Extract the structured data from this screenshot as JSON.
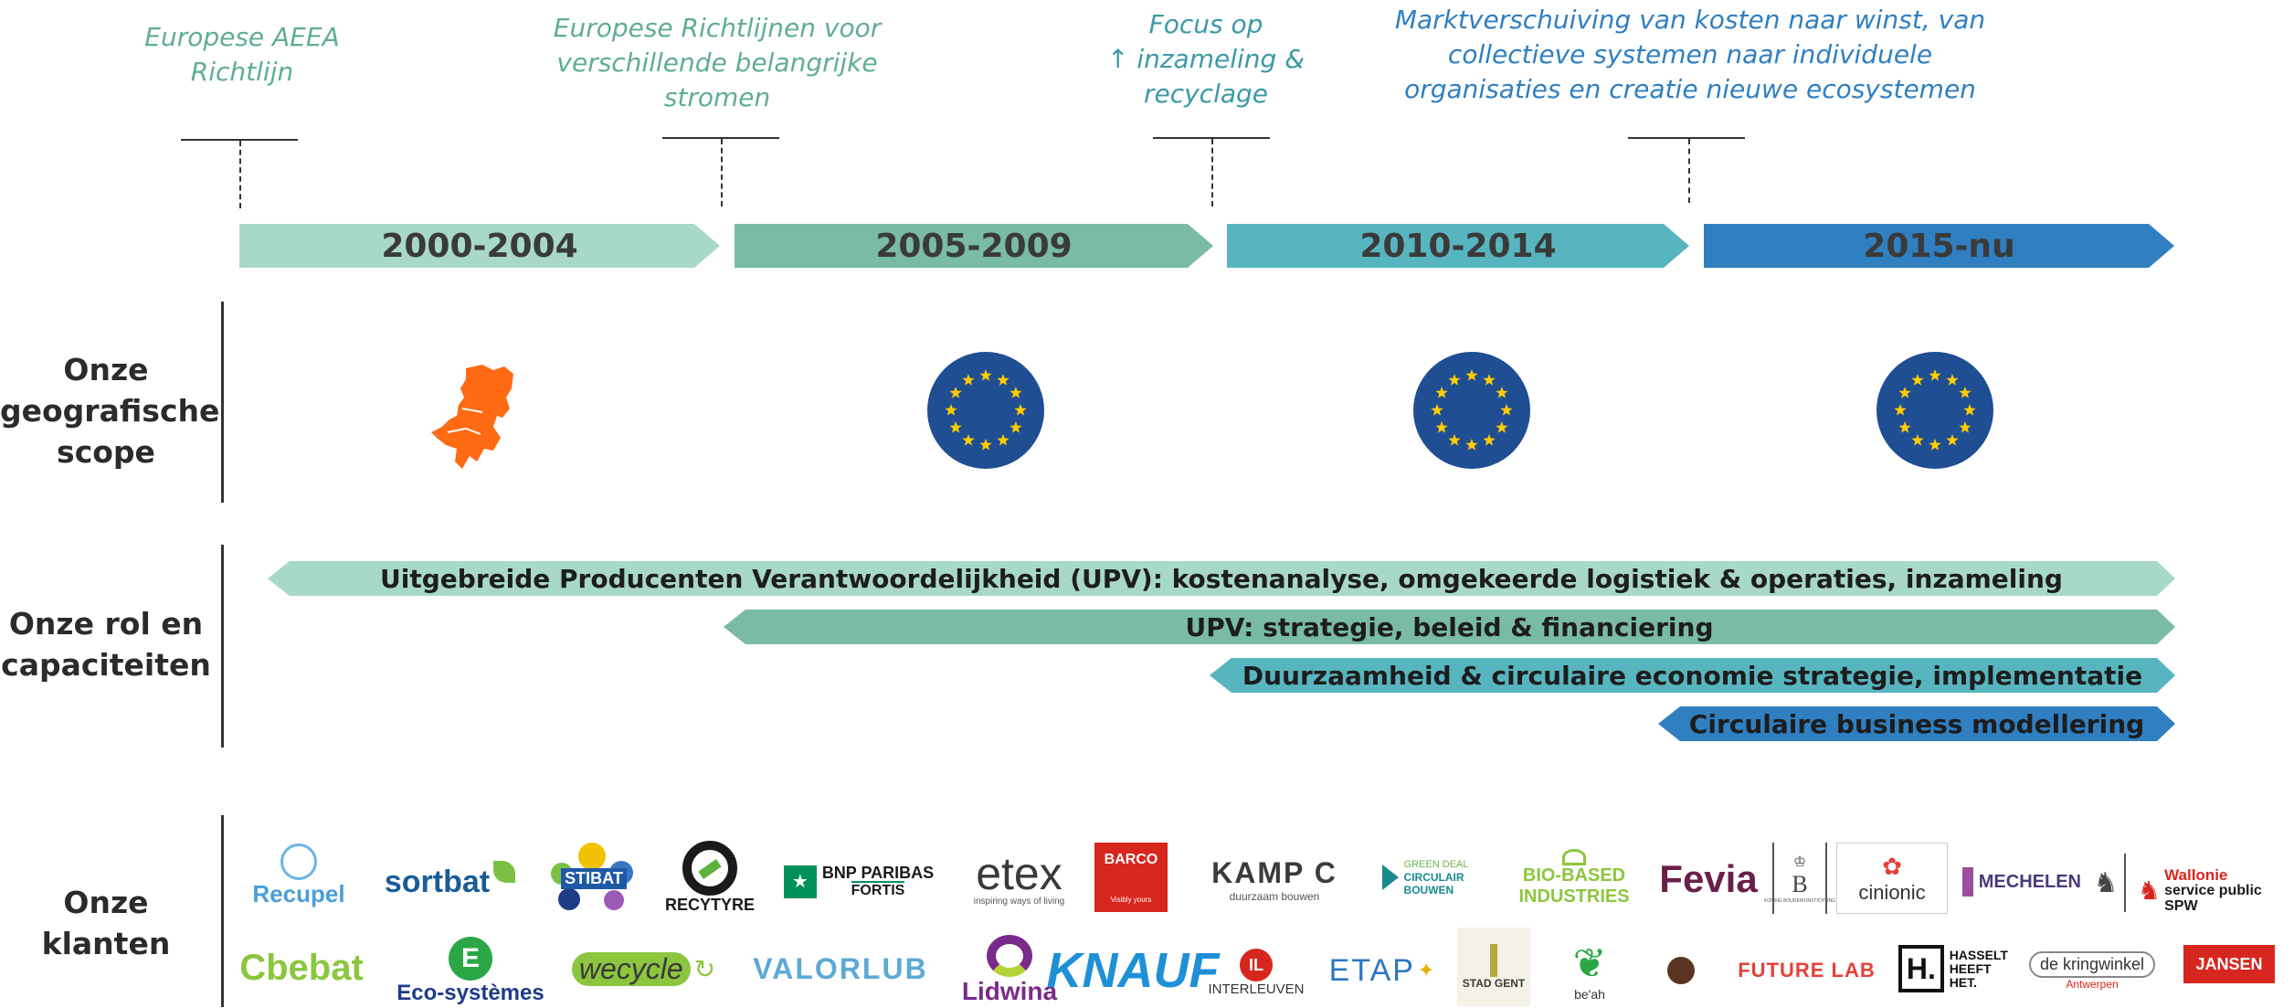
{
  "annotations": [
    {
      "line1": "Europese AEEA",
      "line2": "Richtlijn",
      "line3": ""
    },
    {
      "line1": "Europese Richtlijnen voor",
      "line2": "verschillende belangrijke",
      "line3": "stromen"
    },
    {
      "line1": "Focus op",
      "line2": "↑ inzameling &",
      "line3": "recyclage"
    },
    {
      "line1": "Marktverschuiving van kosten naar winst, van",
      "line2": "collectieve systemen naar individuele",
      "line3": "organisaties en creatie nieuwe ecosystemen"
    }
  ],
  "periods": [
    "2000-2004",
    "2005-2009",
    "2010-2014",
    "2015-nu"
  ],
  "rows": {
    "scope": {
      "line1": "Onze",
      "line2": "geografische",
      "line3": "scope"
    },
    "roles": {
      "line1": "Onze rol en",
      "line2": "capaciteiten"
    },
    "clients": {
      "line1": "Onze",
      "line2": "klanten"
    }
  },
  "roles": [
    "Uitgebreide Producenten Verantwoordelijkheid (UPV): kostenanalyse, omgekeerde logistiek & operaties, inzameling",
    "UPV: strategie, beleid & financiering",
    "Duurzaamheid & circulaire economie strategie, implementatie",
    "Circulaire business modellering"
  ],
  "colors": {
    "period1": "#a8d8c8",
    "period2": "#79bba3",
    "period3": "#57b5c0",
    "period4": "#2f7fc1",
    "benelux": "#ff6a13",
    "eu_blue": "#204e92",
    "eu_star": "#ffcc00"
  },
  "clients_row1": [
    "Recupel",
    "sortbat",
    "STIBAT",
    "RECYTYRE",
    "BNP PARIBAS",
    "FORTIS",
    "etex",
    "inspiring ways of living",
    "BARCO",
    "Visibly yours",
    "KAMP C",
    "duurzaam bouwen",
    "GREEN DEAL",
    "CIRCULAIR",
    "BOUWEN",
    "BIO-BASED",
    "INDUSTRIES",
    "Fevia",
    "KONING BOUDEWIJNSTICHTING",
    "cinionic",
    "MECHELEN",
    "Wallonie",
    "service public",
    "SPW"
  ],
  "clients_row2": [
    "bebat",
    "Eco-systèmes",
    "wecycle",
    "VALORLUB",
    "Lidwina",
    "KNAUF",
    "INTERLEUVEN",
    "ETAP",
    "STAD GENT",
    "be'ah",
    "FUTURE LAB",
    "HASSELT",
    "HEEFT",
    "HET.",
    "de kringwinkel",
    "Antwerpen",
    "JANSEN"
  ]
}
